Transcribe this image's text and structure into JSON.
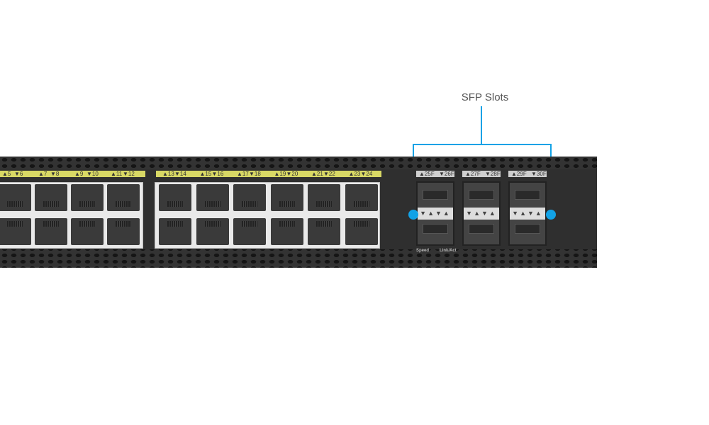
{
  "callout": {
    "title": "SFP Slots",
    "color": "#12a2e6"
  },
  "rj45_groups": [
    {
      "labels": [
        [
          "▲5",
          "▼6"
        ],
        [
          "▲7",
          "▼8"
        ],
        [
          "▲9",
          "▼10"
        ],
        [
          "▲11",
          "▼12"
        ]
      ]
    },
    {
      "labels": [
        [
          "▲13",
          "▼14"
        ],
        [
          "▲15",
          "▼16"
        ],
        [
          "▲17",
          "▼18"
        ],
        [
          "▲19",
          "▼20"
        ],
        [
          "▲21",
          "▼22"
        ],
        [
          "▲23",
          "▼24"
        ]
      ]
    }
  ],
  "sfp_slots": [
    {
      "top": "▲25F",
      "bottom": "▼26F",
      "leds": "▼▲▼▲"
    },
    {
      "top": "▲27F",
      "bottom": "▼28F",
      "leds": "▼▲▼▲"
    },
    {
      "top": "▲29F",
      "bottom": "▼30F",
      "leds": "▼▲▼▲"
    }
  ],
  "led_legend": {
    "speed": "Speed",
    "link": "Link/Act"
  }
}
